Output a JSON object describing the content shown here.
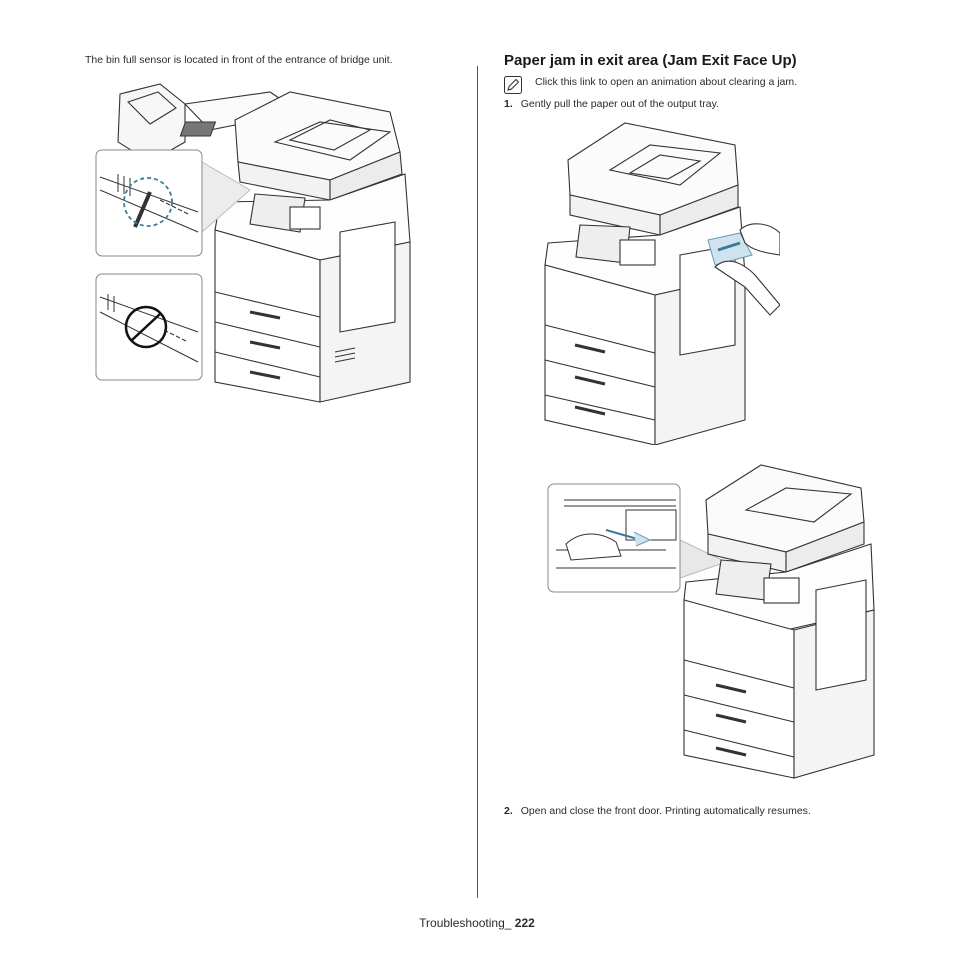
{
  "left": {
    "sensor_text": "The bin full sensor is located in front of the entrance of bridge unit."
  },
  "right": {
    "heading": "Paper jam in exit area (Jam Exit Face Up)",
    "note_text": "Click this link to open an animation about clearing a jam.",
    "steps": [
      {
        "num": "1.",
        "text": "Gently pull the paper out of the output tray."
      },
      {
        "num": "2.",
        "text": "Open and close the front door. Printing automatically resumes."
      }
    ]
  },
  "footer": {
    "section": "Troubleshooting_",
    "page": "222"
  },
  "icons": {
    "note": "note-pencil-icon"
  }
}
